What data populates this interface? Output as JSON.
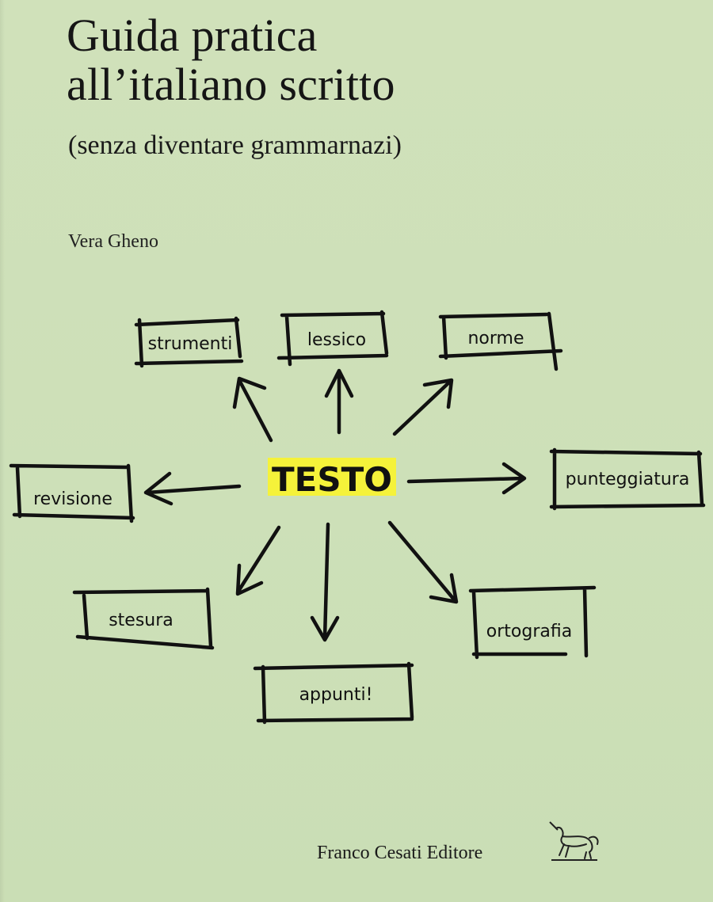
{
  "book": {
    "title_line1": "Guida pratica",
    "title_line2": "all’italiano scritto",
    "subtitle": "(senza diventare grammarnazi)",
    "author": "Vera Gheno",
    "publisher": "Franco Cesati Editore"
  },
  "diagram": {
    "center": "TESTO",
    "nodes": {
      "strumenti": "strumenti",
      "lessico": "lessico",
      "norme": "norme",
      "revisione": "revisione",
      "punteggiatura": "punteggiatura",
      "stesura": "stesura",
      "appunti": "appunti!",
      "ortografia": "ortografia"
    }
  },
  "colors": {
    "background": "#cfe0b9",
    "highlight": "#f5f23a",
    "ink": "#111111"
  },
  "icons": {
    "publisher_logo": "unicorn-icon"
  }
}
